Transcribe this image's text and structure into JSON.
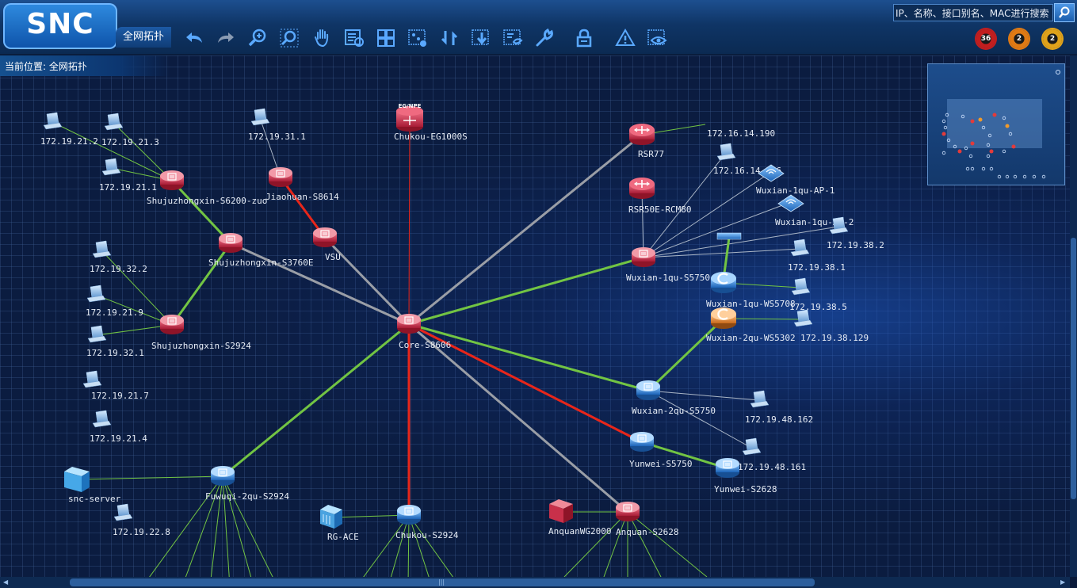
{
  "app": {
    "logo_text": "SNC",
    "view_tab": "全网拓扑"
  },
  "search": {
    "placeholder": "IP、名称、接口别名、MAC进行搜索"
  },
  "alarms": [
    {
      "count": "36",
      "color": "#c21e1e"
    },
    {
      "count": "2",
      "color": "#e07a14"
    },
    {
      "count": "2",
      "color": "#e0a21a"
    }
  ],
  "toolbar": [
    {
      "name": "undo-icon"
    },
    {
      "name": "redo-icon"
    },
    {
      "name": "zoom-in-icon"
    },
    {
      "name": "zoom-fit-icon"
    },
    {
      "name": "pan-hand-icon"
    },
    {
      "name": "list-view-icon"
    },
    {
      "name": "grid-layout-icon"
    },
    {
      "name": "add-device-icon"
    },
    {
      "name": "refresh-icon"
    },
    {
      "name": "import-icon"
    },
    {
      "name": "export-icon"
    },
    {
      "name": "settings-wrench-icon"
    },
    {
      "name": "lock-icon"
    },
    {
      "name": "warning-icon"
    },
    {
      "name": "view-eye-icon"
    }
  ],
  "breadcrumb": {
    "text": "当前位置: 全网拓扑"
  },
  "colors": {
    "link_green": "#72c443",
    "link_red": "#e8261a",
    "link_gray": "#9a9ea6",
    "switch_red": "#c8304a",
    "switch_blue": "#2b7fd4"
  },
  "topology": {
    "nodes": [
      {
        "id": "pc-21-2",
        "label": "172.19.21.2",
        "kind": "pc"
      },
      {
        "id": "pc-21-3",
        "label": "172.19.21.3",
        "kind": "pc"
      },
      {
        "id": "pc-21-1",
        "label": "172.19.21.1",
        "kind": "pc"
      },
      {
        "id": "sw-s6200",
        "label": "Shujuzhongxin-S6200-zuo",
        "kind": "switch-red"
      },
      {
        "id": "pc-31-1",
        "label": "172.19.31.1",
        "kind": "pc"
      },
      {
        "id": "sw-jiaohuan",
        "label": "Jiaohuan-S8614",
        "kind": "switch-red"
      },
      {
        "id": "rt-chukou-eg",
        "label": "Chukou-EG1000S",
        "kind": "egw"
      },
      {
        "id": "sw-s3760",
        "label": "Shujuzhongxin-S3760E",
        "kind": "switch-red"
      },
      {
        "id": "sw-vsu",
        "label": "VSU",
        "kind": "switch-red"
      },
      {
        "id": "pc-32-2",
        "label": "172.19.32.2",
        "kind": "pc"
      },
      {
        "id": "pc-21-9",
        "label": "172.19.21.9",
        "kind": "pc"
      },
      {
        "id": "sw-s2924",
        "label": "Shujuzhongxin-S2924",
        "kind": "switch-red"
      },
      {
        "id": "pc-32-1",
        "label": "172.19.32.1",
        "kind": "pc"
      },
      {
        "id": "pc-21-7",
        "label": "172.19.21.7",
        "kind": "pc"
      },
      {
        "id": "pc-21-4",
        "label": "172.19.21.4",
        "kind": "pc"
      },
      {
        "id": "sw-core",
        "label": "Core-S8606",
        "kind": "switch-red"
      },
      {
        "id": "rt-rsr77",
        "label": "RSR77",
        "kind": "router"
      },
      {
        "id": "pc-14-190",
        "label": "172.16.14.190",
        "kind": "pc-none"
      },
      {
        "id": "pc-14-186",
        "label": "172.16.14.186",
        "kind": "pc"
      },
      {
        "id": "rt-rsr50e",
        "label": "RSR50E-RCM80",
        "kind": "router"
      },
      {
        "id": "ap-1",
        "label": "Wuxian-1qu-AP-1",
        "kind": "ap"
      },
      {
        "id": "ap-2",
        "label": "Wuxian-1qu-AP-2",
        "kind": "ap"
      },
      {
        "id": "pc-38-2",
        "label": "172.19.38.2",
        "kind": "pc"
      },
      {
        "id": "pc-38-1",
        "label": "172.19.38.1",
        "kind": "pc"
      },
      {
        "id": "sw-wx1-s5750",
        "label": "Wuxian-1qu-S5750",
        "kind": "switch-red"
      },
      {
        "id": "ac-ws5708",
        "label": "Wuxian-1qu-WS5708",
        "kind": "ac-blue"
      },
      {
        "id": "pc-38-5",
        "label": "172.19.38.5",
        "kind": "pc"
      },
      {
        "id": "ac-ws5302",
        "label": "Wuxian-2qu-WS5302",
        "kind": "ac-orange"
      },
      {
        "id": "pc-38-129",
        "label": "172.19.38.129",
        "kind": "pc"
      },
      {
        "id": "sw-wx2-s5750",
        "label": "Wuxian-2qu-S5750",
        "kind": "switch-blue"
      },
      {
        "id": "pc-48-162",
        "label": "172.19.48.162",
        "kind": "pc"
      },
      {
        "id": "sw-yunwei-s5750",
        "label": "Yunwei-S5750",
        "kind": "switch-blue"
      },
      {
        "id": "pc-48-161",
        "label": "172.19.48.161",
        "kind": "pc"
      },
      {
        "id": "sw-yunwei-s2628",
        "label": "Yunwei-S2628",
        "kind": "switch-blue"
      },
      {
        "id": "srv-snc",
        "label": "snc-server",
        "kind": "server"
      },
      {
        "id": "sw-fuwuqi",
        "label": "Fuwuqi-2qu-S2924",
        "kind": "switch-blue"
      },
      {
        "id": "pc-22-8",
        "label": "172.19.22.8",
        "kind": "pc"
      },
      {
        "id": "dev-rg-ace",
        "label": "RG-ACE",
        "kind": "ace"
      },
      {
        "id": "sw-chukou-s2924",
        "label": "Chukou-S2924",
        "kind": "switch-blue"
      },
      {
        "id": "fw-anquan",
        "label": "AnquanWG2000",
        "kind": "firewall"
      },
      {
        "id": "sw-anquan",
        "label": "Anquan-S2628",
        "kind": "switch-red"
      }
    ],
    "egw_badge": "EG/NPE"
  }
}
